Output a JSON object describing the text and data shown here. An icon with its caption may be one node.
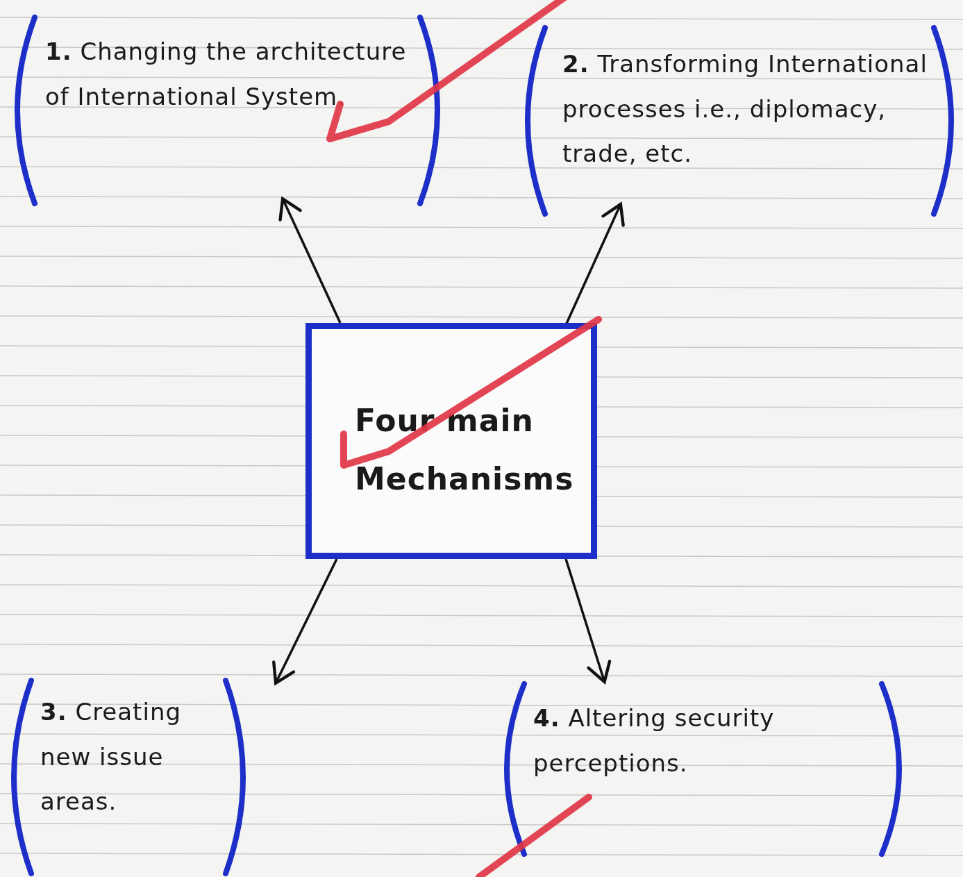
{
  "diagram": {
    "nodes": [
      {
        "text": [
          "Four main Mechanisms"
        ]
      },
      {
        "text": [
          "**1.** Changing the architecture of International System."
        ]
      },
      {
        "text": [
          "**2.** Transforming International processes i.e., diplomacy, trade, etc."
        ]
      },
      {
        "text": [
          "**3.** Creating new issue areas."
        ]
      },
      {
        "text": [
          "**4.** Altering security perceptions."
        ]
      }
    ],
    "edges": [
      {
        "from": 0,
        "to": 1,
        "arrow": "to"
      },
      {
        "from": 0,
        "to": 2,
        "arrow": "to"
      },
      {
        "from": 0,
        "to": 3,
        "arrow": "to"
      },
      {
        "from": 0,
        "to": 4,
        "arrow": "to"
      }
    ]
  }
}
